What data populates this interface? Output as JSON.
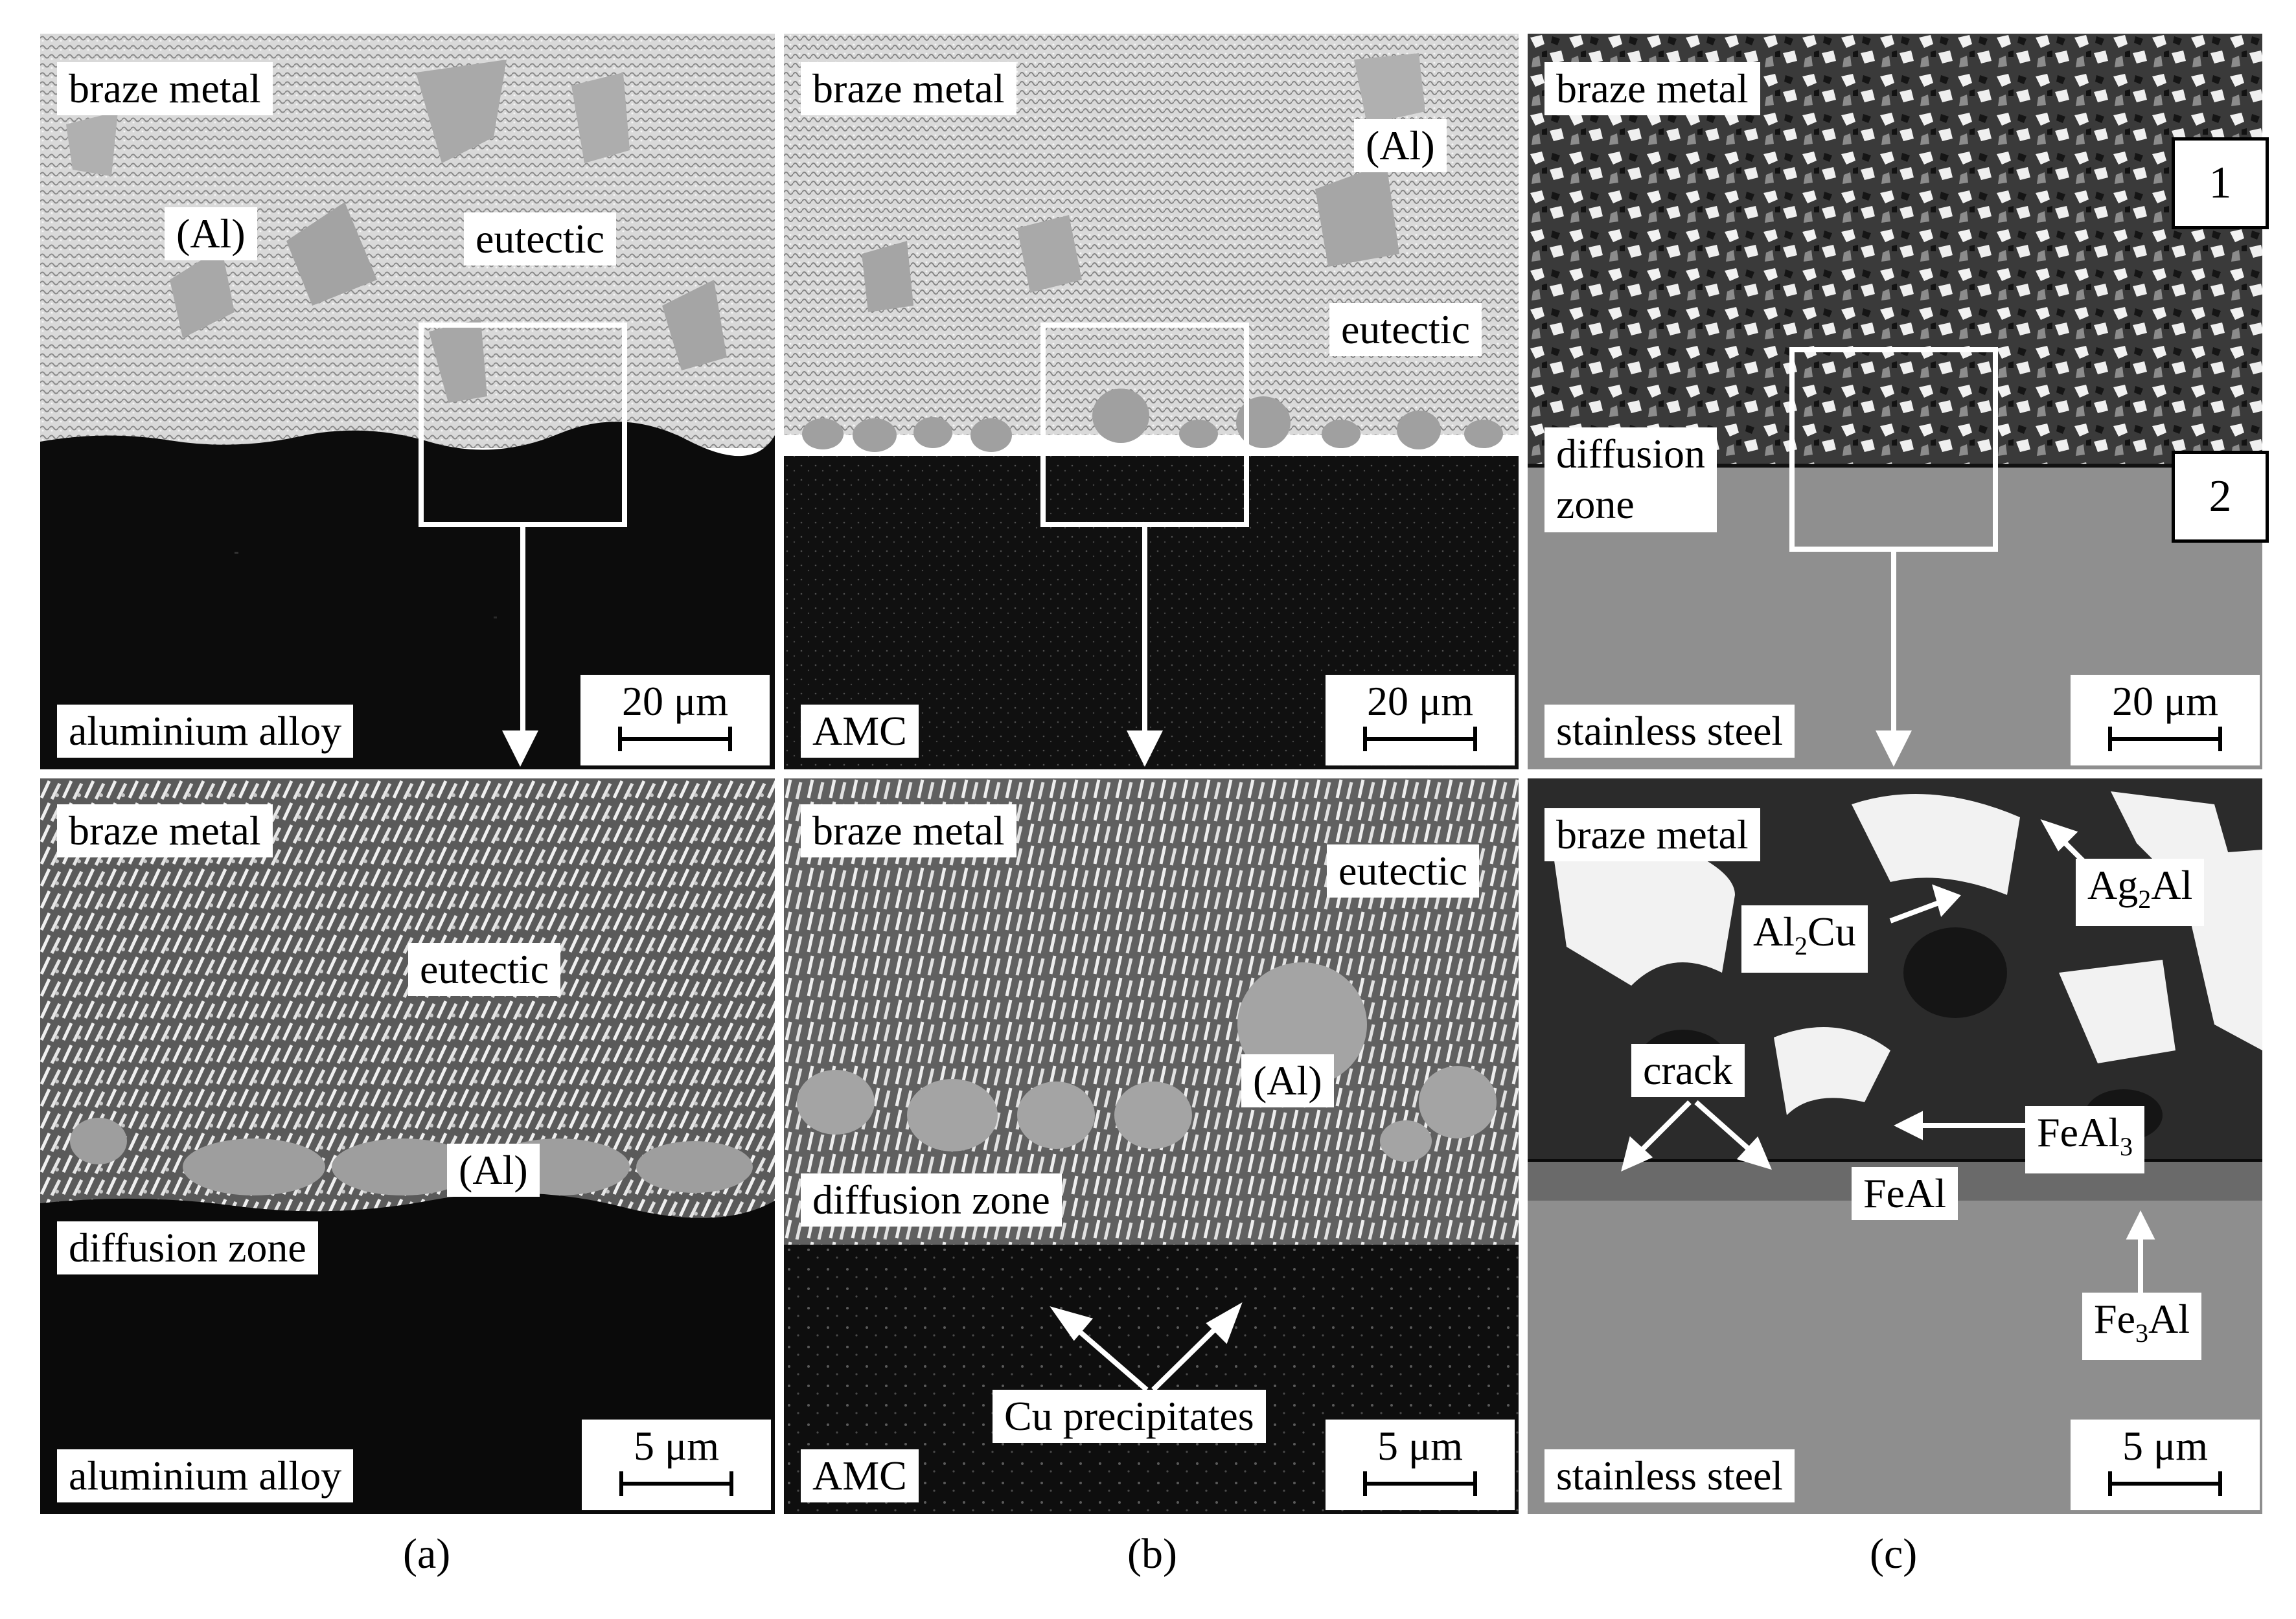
{
  "panels": {
    "a_top": {
      "regions": [
        "braze metal",
        "(Al)",
        "eutectic",
        "aluminium alloy"
      ],
      "scale": "20 μm"
    },
    "b_top": {
      "regions": [
        "braze metal",
        "(Al)",
        "eutectic",
        "AMC"
      ],
      "scale": "20 μm"
    },
    "c_top": {
      "regions": [
        "braze metal",
        "diffusion",
        "zone",
        "stainless steel"
      ],
      "scale": "20 μm",
      "markers": [
        "1",
        "2"
      ]
    },
    "a_bottom": {
      "regions": [
        "braze metal",
        "eutectic",
        "(Al)",
        "diffusion zone",
        "aluminium alloy"
      ],
      "scale": "5 μm"
    },
    "b_bottom": {
      "regions": [
        "braze metal",
        "eutectic",
        "(Al)",
        "diffusion zone",
        "Cu precipitates",
        "AMC"
      ],
      "scale": "5 μm"
    },
    "c_bottom": {
      "regions": [
        "braze metal",
        "Ag",
        "2",
        "Al",
        "Al",
        "2",
        "Cu",
        "crack",
        "FeAl",
        "3",
        "FeAl",
        "Fe",
        "3",
        "Al",
        "stainless steel"
      ],
      "scale": "5 μm"
    }
  },
  "captions": [
    "(a)",
    "(b)",
    "(c)"
  ],
  "colors": {
    "annotation": "#ffffff",
    "label_bg": "#ffffff",
    "text": "#000000"
  }
}
